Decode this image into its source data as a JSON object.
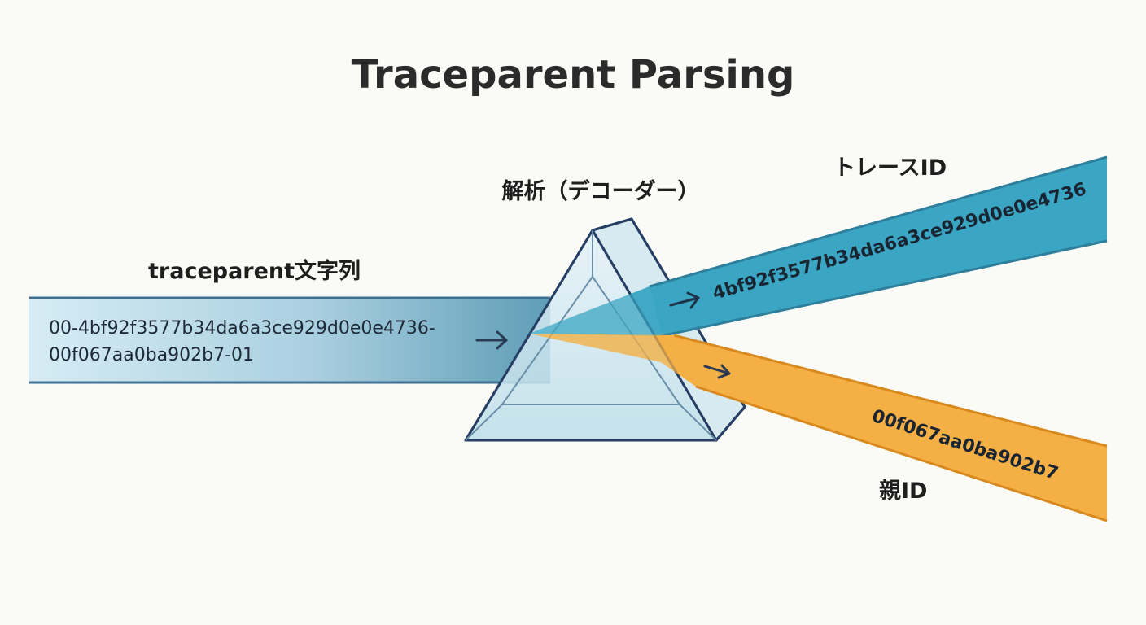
{
  "title": "Traceparent Parsing",
  "input": {
    "label": "traceparent文字列",
    "value_line1": "00-4bf92f3577b34da6a3ce929d0e0e4736-",
    "value_line2": "00f067aa0ba902b7-01"
  },
  "prism": {
    "label": "解析（デコーダー）"
  },
  "trace_output": {
    "label": "トレースID",
    "value": "4bf92f3577b34da6a3ce929d0e0e4736"
  },
  "parent_output": {
    "label": "親ID",
    "value": "00f067aa0ba902b7"
  },
  "colors": {
    "input_beam_light": "#d4eaf3",
    "input_beam_dark": "#5d9bb4",
    "trace_beam": "#3aa6c3",
    "parent_beam": "#f4b044",
    "prism_outline": "#263e63"
  }
}
